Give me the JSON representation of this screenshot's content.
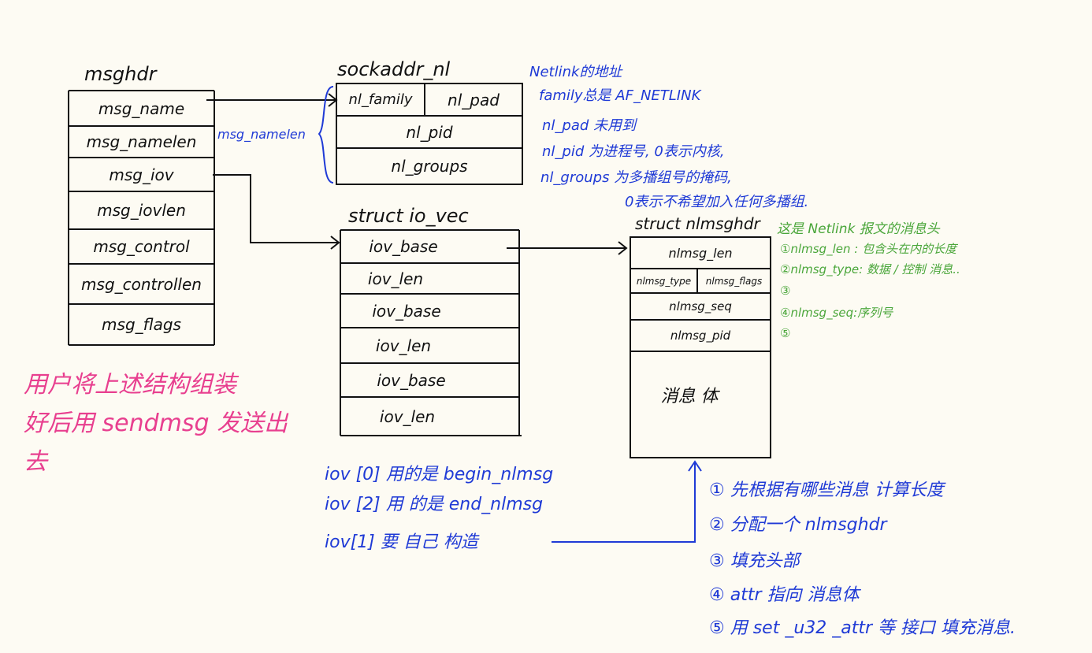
{
  "msghdr": {
    "title": "msghdr",
    "fields": [
      "msg_name",
      "msg_namelen",
      "msg_iov",
      "msg_iovlen",
      "msg_control",
      "msg_controllen",
      "msg_flags"
    ]
  },
  "sockaddr": {
    "title": "sockaddr_nl",
    "family": "nl_family",
    "pad": "nl_pad",
    "pid": "nl_pid",
    "groups": "nl_groups",
    "brace_label": "msg_namelen"
  },
  "sockaddr_notes": [
    "Netlink的地址",
    "family总是 AF_NETLINK",
    "nl_pad 未用到",
    "nl_pid 为进程号, 0表示内核,",
    "nl_groups 为多播组号的掩码,",
    "0表示不希望加入任何多播组."
  ],
  "iovec": {
    "title": "struct  io_vec",
    "fields": [
      "iov_base",
      "iov_len",
      "iov_base",
      "iov_len",
      "iov_base",
      "iov_len"
    ]
  },
  "nlmsghdr": {
    "title": "struct  nlmsghdr",
    "len": "nlmsg_len",
    "type": "nlmsg_type",
    "flags": "nlmsg_flags",
    "seq": "nlmsg_seq",
    "pid": "nlmsg_pid",
    "body": "消息 体"
  },
  "nlmsghdr_notes": [
    "这是 Netlink 报文的消息头",
    "①nlmsg_len : 包含头在内的长度",
    "②nlmsg_type: 数据 / 控制 消息..",
    "③",
    "④nlmsg_seq:序列号",
    "⑤"
  ],
  "user_note": [
    "用户将上述结构组装",
    "好后用 sendmsg 发送出",
    "去"
  ],
  "iov_notes": [
    "iov [0] 用的是 begin_nlmsg",
    "iov [2] 用 的是  end_nlmsg",
    "iov[1] 要 自己 构造"
  ],
  "steps": [
    "① 先根据有哪些消息 计算长度",
    "② 分配一个 nlmsghdr",
    "③ 填充头部",
    "④ attr 指向 消息体",
    "⑤ 用 set _u32 _attr 等 接口 填充消息."
  ],
  "colors": {
    "ink": "#111111",
    "blue": "#1f3ad6",
    "pink": "#e83f8f",
    "green": "#4aa63a"
  }
}
